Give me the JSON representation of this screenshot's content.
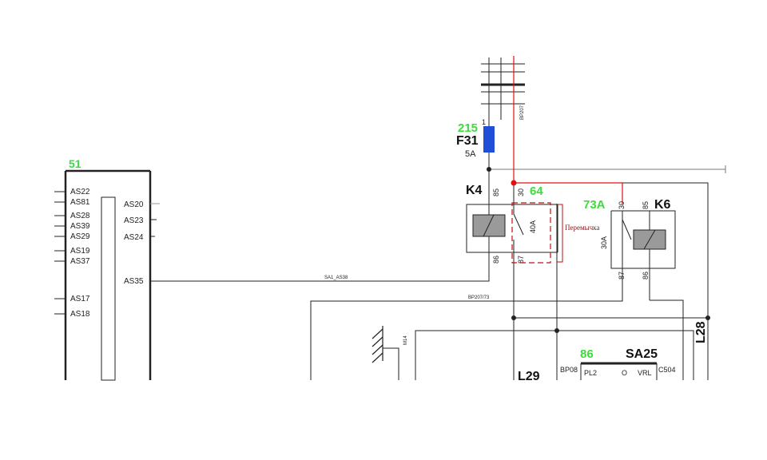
{
  "colors": {
    "bus_green": "#3cdc3c",
    "jumper_red": "#e01010",
    "fuse_blue": "#1f4fd6",
    "coil_gray": "#9a9a9a",
    "wire": "#222222"
  },
  "module": {
    "number": "51",
    "left_pins": [
      "AS22",
      "AS81",
      "AS28",
      "AS39",
      "AS29",
      "AS19",
      "AS37",
      "AS17",
      "AS18"
    ],
    "right_pins": [
      "AS20",
      "AS23",
      "AS24",
      "AS35"
    ]
  },
  "fuse": {
    "number": "215",
    "ref": "F31",
    "rating": "5A",
    "pin_top": "1",
    "wire_label": "BP207"
  },
  "relay_k4": {
    "ref": "K4",
    "number": "64",
    "pin_85": "85",
    "pin_30": "30",
    "pin_86": "86",
    "pin_87": "87",
    "contact": "40A"
  },
  "relay_k6": {
    "ref": "K6",
    "number": "73A",
    "pin_85": "85",
    "pin_30": "30",
    "pin_86": "86",
    "pin_87": "87",
    "contact": "30A"
  },
  "jumper_note": "Перемычка",
  "wire_labels": {
    "sa_line": "SA1_AS38",
    "bp_line": "BP207/73",
    "ground": "M14"
  },
  "connectors": {
    "l28": "L28",
    "l29": "L29"
  },
  "switch_sa25": {
    "number": "86",
    "ref": "SA25",
    "left_wire": "BP08",
    "pin_left": "PL2",
    "pin_mid": "O",
    "pin_right": "VRL",
    "right_wire": "C504"
  }
}
